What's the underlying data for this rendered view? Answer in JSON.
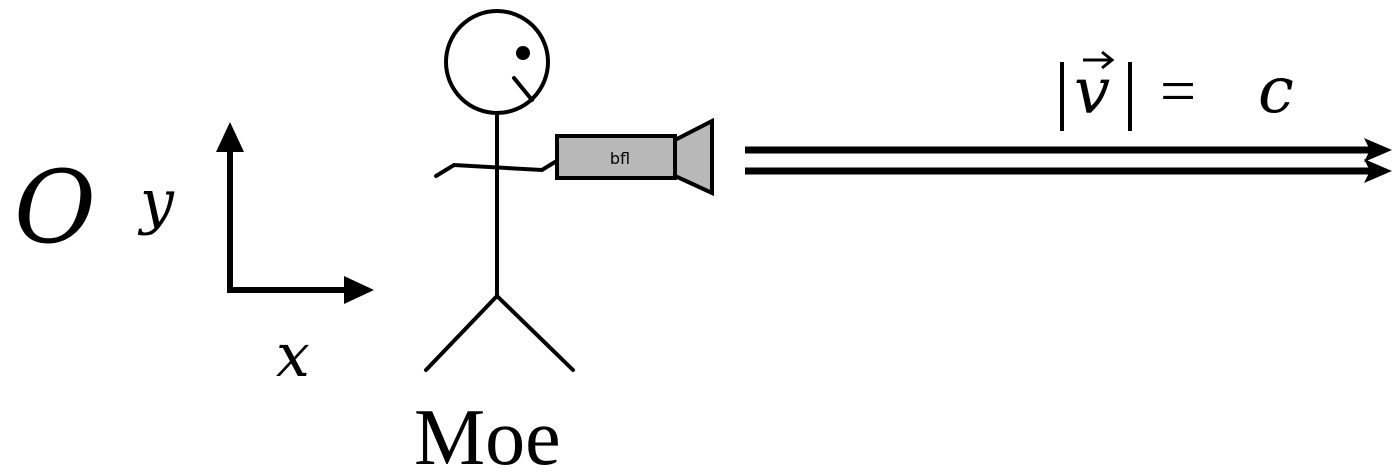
{
  "frame": {
    "name": "O",
    "x_axis_label": "x",
    "y_axis_label": "y"
  },
  "observer": {
    "name": "Moe"
  },
  "device": {
    "label": "bfl"
  },
  "beam": {
    "velocity_label": {
      "lhs": "v",
      "relation": "=",
      "rhs": "c"
    }
  },
  "colors": {
    "ink": "#000000",
    "device_fill": "#b8b8b8"
  }
}
